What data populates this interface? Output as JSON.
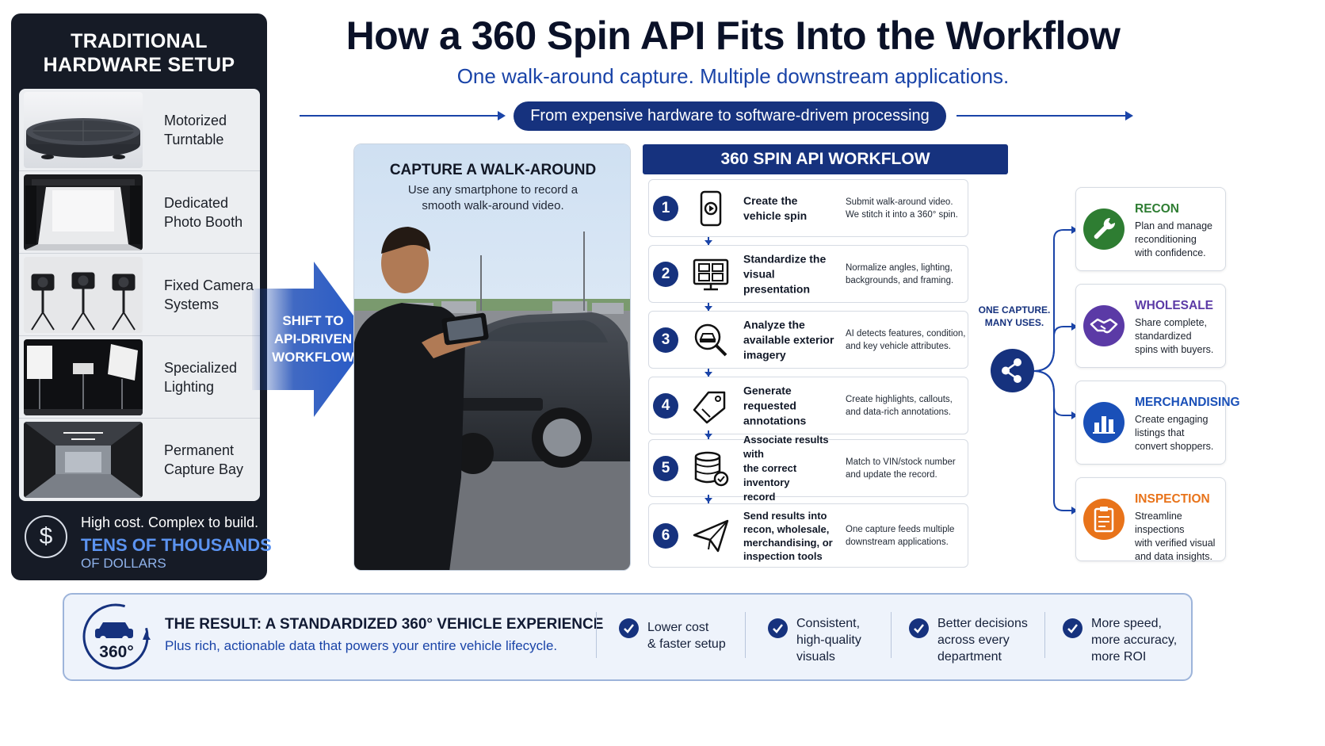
{
  "hardware_panel": {
    "title_line1": "TRADITIONAL",
    "title_line2": "HARDWARE SETUP",
    "items": [
      {
        "line1": "Motorized",
        "line2": "Turntable"
      },
      {
        "line1": "Dedicated",
        "line2": "Photo Booth"
      },
      {
        "line1": "Fixed Camera",
        "line2": "Systems"
      },
      {
        "line1": "Specialized",
        "line2": "Lighting"
      },
      {
        "line1": "Permanent",
        "line2": "Capture Bay"
      }
    ],
    "cost_icon": "$",
    "cost_line1": "High cost. Complex to build.",
    "cost_line2": "TENS OF THOUSANDS",
    "cost_line3": "OF DOLLARS"
  },
  "shift": {
    "line1": "SHIFT TO",
    "line2": "API-DRIVEN",
    "line3": "WORKFLOW"
  },
  "header": {
    "title": "How a 360 Spin API Fits Into the Workflow",
    "subtitle": "One walk-around capture. Multiple downstream applications.",
    "flow_pill": "From expensive hardware to software-drivem processing"
  },
  "capture": {
    "title": "CAPTURE A WALK-AROUND",
    "desc_line1": "Use any smartphone to record a",
    "desc_line2": "smooth walk-around video."
  },
  "workflow": {
    "header": "360 SPIN API WORKFLOW",
    "steps": [
      {
        "num": "1",
        "icon": "smartphone-video-icon",
        "title_lines": [
          "Create the",
          "vehicle spin"
        ],
        "desc_lines": [
          "Submit walk-around video.",
          "We stitch it into a 360° spin."
        ]
      },
      {
        "num": "2",
        "icon": "grid-monitor-icon",
        "title_lines": [
          "Standardize the",
          "visual presentation"
        ],
        "desc_lines": [
          "Normalize angles, lighting,",
          "backgrounds, and framing."
        ]
      },
      {
        "num": "3",
        "icon": "magnifier-car-icon",
        "title_lines": [
          "Analyze the",
          "available exterior",
          "imagery"
        ],
        "desc_lines": [
          "AI detects features, condition,",
          "and key vehicle attributes."
        ]
      },
      {
        "num": "4",
        "icon": "tag-icon",
        "title_lines": [
          "Generate requested",
          "annotations"
        ],
        "desc_lines": [
          "Create highlights, callouts,",
          "and data-rich annotations."
        ]
      },
      {
        "num": "5",
        "icon": "database-check-icon",
        "title_lines": [
          "Associate results with",
          "the correct inventory",
          "record"
        ],
        "desc_lines": [
          "Match to VIN/stock number",
          "and update the record."
        ]
      },
      {
        "num": "6",
        "icon": "paper-plane-icon",
        "title_lines": [
          "Send results into",
          "recon, wholesale,",
          "merchandising, or",
          "inspection tools"
        ],
        "desc_lines": [
          "One capture feeds multiple",
          "downstream applications."
        ]
      }
    ]
  },
  "uses": {
    "label_line1": "ONE CAPTURE.",
    "label_line2": "MANY USES.",
    "cards": [
      {
        "title": "RECON",
        "color": "#2e7d32",
        "icon": "wrench-icon",
        "desc_lines": [
          "Plan and manage",
          "reconditioning",
          "with confidence."
        ]
      },
      {
        "title": "WHOLESALE",
        "color": "#5b3aa6",
        "icon": "handshake-icon",
        "desc_lines": [
          "Share complete,",
          "standardized",
          "spins with buyers."
        ]
      },
      {
        "title": "MERCHANDISING",
        "color": "#1a50b8",
        "icon": "bar-chart-icon",
        "desc_lines": [
          "Create engaging",
          "listings that",
          "convert shoppers."
        ]
      },
      {
        "title": "INSPECTION",
        "color": "#e8731a",
        "icon": "clipboard-icon",
        "desc_lines": [
          "Streamline inspections",
          "with verified visual",
          "and data insights."
        ]
      }
    ]
  },
  "result": {
    "badge_text": "360°",
    "title": "THE RESULT: A STANDARDIZED 360° VEHICLE EXPERIENCE",
    "subtitle": "Plus rich, actionable data that powers your entire vehicle lifecycle.",
    "benefits": [
      {
        "lines": [
          "Lower cost",
          "& faster setup"
        ]
      },
      {
        "lines": [
          "Consistent,",
          "high-quality",
          "visuals"
        ]
      },
      {
        "lines": [
          "Better decisions",
          "across every",
          "department"
        ]
      },
      {
        "lines": [
          "More speed,",
          "more accuracy,",
          "more ROI"
        ]
      }
    ]
  },
  "colors": {
    "navy": "#16327e",
    "accent_blue": "#1a44a8",
    "panel_dark": "#161b26",
    "cost_blue": "#5b93f0"
  }
}
